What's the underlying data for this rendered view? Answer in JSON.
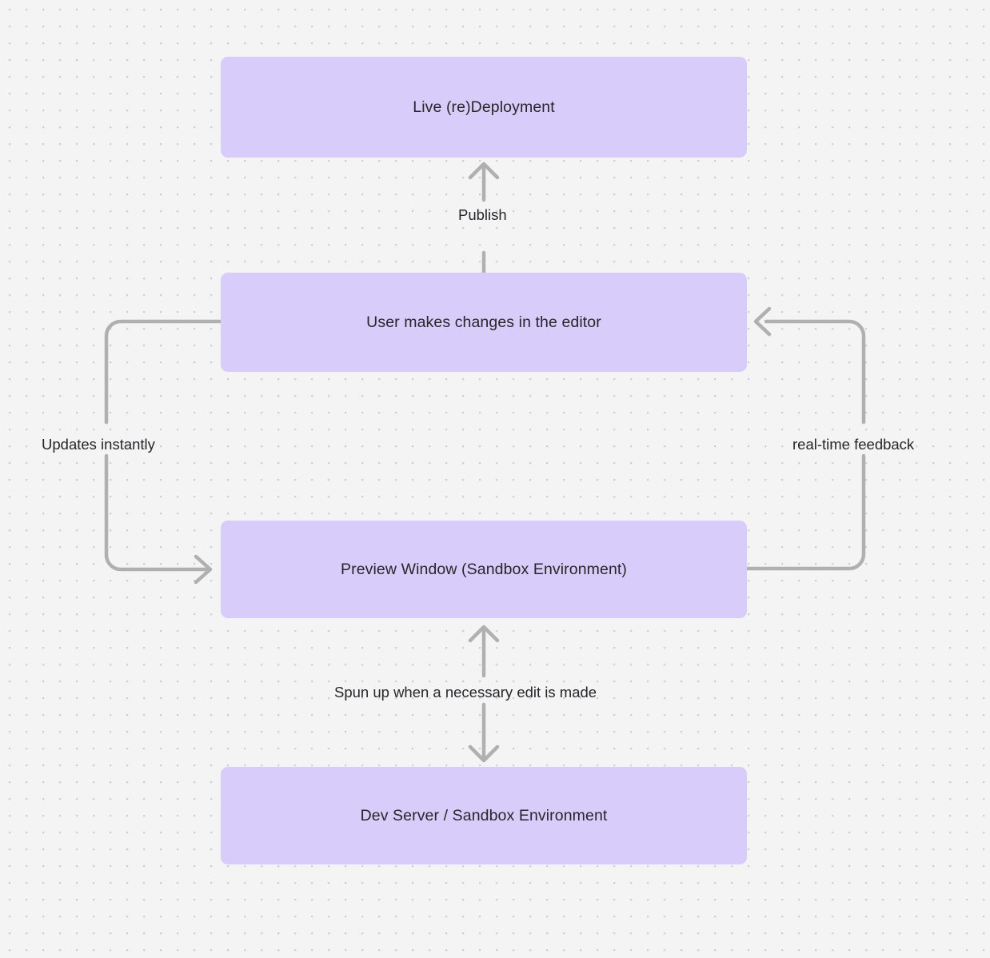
{
  "diagram": {
    "title": "Live deployment / preview sandbox loop",
    "background_color": "#F4F4F5",
    "node_fill_color": "#D8CCFA",
    "node_text_color": "#27262B",
    "edge_color": "#B0B0B0",
    "edge_label_color": "#27262B",
    "nodes": [
      {
        "id": "live",
        "label": "Live (re)Deployment"
      },
      {
        "id": "editor",
        "label": "User makes changes in the editor"
      },
      {
        "id": "preview",
        "label": "Preview Window (Sandbox Environment)"
      },
      {
        "id": "devserver",
        "label": "Dev Server / Sandbox Environment"
      }
    ],
    "edges": [
      {
        "id": "publish",
        "from": "editor",
        "to": "live",
        "label": "Publish",
        "direction": "up"
      },
      {
        "id": "updates",
        "from": "editor",
        "to": "preview",
        "label": "Updates instantly",
        "direction": "left-loop"
      },
      {
        "id": "feedback",
        "from": "preview",
        "to": "editor",
        "label": "real-time feedback",
        "direction": "right-loop"
      },
      {
        "id": "spunup",
        "from": "preview",
        "to": "devserver",
        "label": "Spun up when a necessary edit is made",
        "direction": "bidirectional"
      }
    ]
  }
}
